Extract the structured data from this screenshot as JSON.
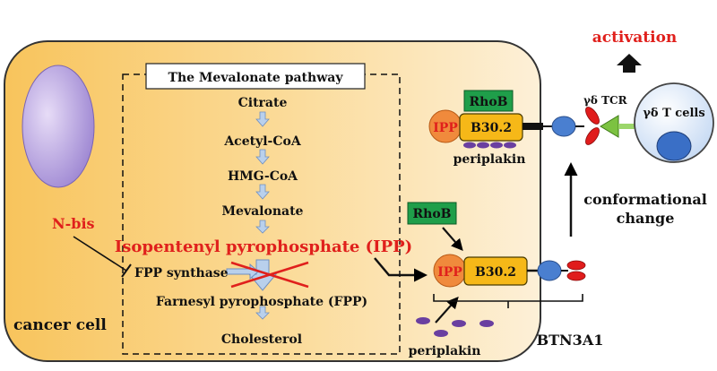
{
  "pathway": {
    "title": "The Mevalonate pathway",
    "steps": [
      "Citrate",
      "Acetyl-CoA",
      "HMG-CoA",
      "Mevalonate"
    ],
    "ipp": "Isopentenyl pyrophosphate (IPP)",
    "enzyme": "FPP synthase",
    "fpp": "Farnesyl pyrophosphate (FPP)",
    "end": "Cholesterol"
  },
  "labels": {
    "nbis": "N-bis",
    "cancer_cell": "cancer cell",
    "activation": "activation",
    "tcr": "γδ TCR",
    "tcells": "γδ T cells",
    "conformational": "conformational",
    "change": "change",
    "btn3a1": "BTN3A1"
  },
  "top_complex": {
    "ipp": "IPP",
    "domain": "B30.2",
    "rhob": "RhoB",
    "periplakin": "periplakin"
  },
  "bottom_complex": {
    "ipp": "IPP",
    "domain": "B30.2",
    "rhob": "RhoB",
    "periplakin": "periplakin"
  },
  "colors": {
    "red_text": "#e0201c",
    "ipp_fill": "#f08a3c",
    "domain_fill": "#f6b818",
    "rhob_fill": "#1f9e4a",
    "membrane_blue": "#4a7fd0",
    "purple": "#6a3fa0",
    "arrow_fill": "#b9d0ec"
  }
}
